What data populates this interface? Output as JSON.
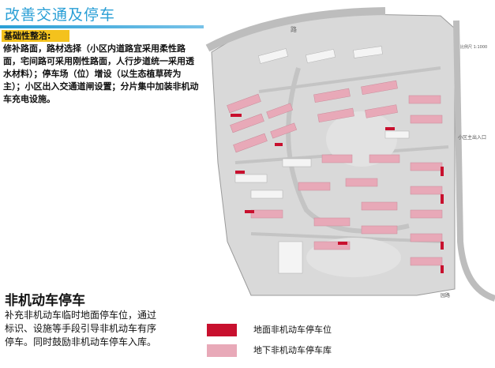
{
  "page_title": "改善交通及停车",
  "base_section": {
    "label": "基础性整治:",
    "text": "修补路面，路材选择（小区内道路宜采用柔性路面，宅间路可采用刚性路面，人行步道统一采用透水材料）；停车场（位）增设（以生态植草砖为主）；小区出入交通道闸设置；分片集中加装非机动车充电设施。"
  },
  "nonmotor_section": {
    "title": "非机动车停车",
    "text": "补充非机动车临时地面停车位，通过标识、设施等手段引导非机动车有序停车。同时鼓励非机动车停车入库。"
  },
  "legend": [
    {
      "label": "地面非机动车停车位",
      "color": "#c8102e"
    },
    {
      "label": "地下非机动车停车库",
      "color": "#e8a9b8"
    }
  ],
  "map": {
    "road_label": "路",
    "east_entrance_label": "小区主出入口",
    "corner_road_label": "园路",
    "scale_label": "比例尺 1:1000",
    "colors": {
      "plan_bg": "#d9d9d9",
      "road": "#bdbdbd",
      "green": "#e2e2e2",
      "building_pink": "#e8a9b8",
      "building_white": "#f4f4f4",
      "ground_parking": "#c8102e"
    }
  }
}
